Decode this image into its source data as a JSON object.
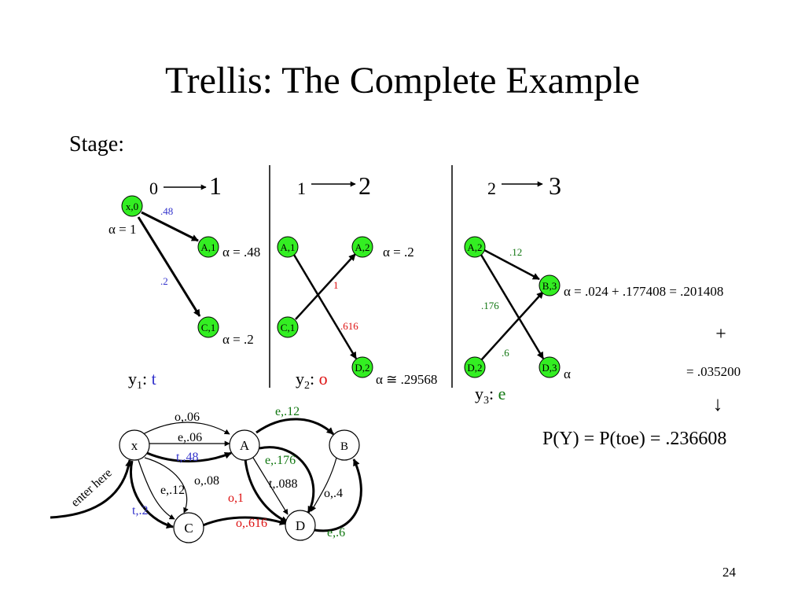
{
  "slide": {
    "title": "Trellis: The Complete Example",
    "stage_label": "Stage:",
    "page_number": "24"
  },
  "colors": {
    "node_fill": "#33ee22",
    "blue": "#3333cc",
    "red": "#dd1111",
    "green": "#117711",
    "black": "#000000"
  },
  "trellis": {
    "stage1": {
      "from": "0",
      "to": "1",
      "node_x0": "x,0",
      "node_a1": "A,1",
      "node_c1": "C,1",
      "edge_a_prob": ".48",
      "edge_c_prob": ".2",
      "alpha_start": "α = 1",
      "alpha_a1": "α = .48",
      "alpha_c1": "α = .2",
      "obs_prefix": "y",
      "obs_sub": "1",
      "obs_colon": ":",
      "obs_value": "t"
    },
    "stage2": {
      "from": "1",
      "to": "2",
      "node_a1": "A,1",
      "node_c1": "C,1",
      "node_a2": "A,2",
      "node_d2": "D,2",
      "edge_c_a": "1",
      "edge_a_d": ".616",
      "alpha_a2": "α = .2",
      "alpha_d2": "α ≅ .29568",
      "obs_prefix": "y",
      "obs_sub": "2",
      "obs_colon": ":",
      "obs_value": "o"
    },
    "stage3": {
      "from": "2",
      "to": "3",
      "node_a2": "A,2",
      "node_d2": "D,2",
      "node_b3": "B,3",
      "node_d3": "D,3",
      "edge_a_b": ".12",
      "edge_a_d": ".176",
      "edge_d_b": ".6",
      "alpha_b3": "α = .024 + .177408 = .201408",
      "alpha_d3": "α",
      "plus": "+",
      "d3_value": "= .035200",
      "arrow_down": "↓",
      "obs_prefix": "y",
      "obs_sub": "3",
      "obs_colon": ":",
      "obs_value": "e"
    },
    "result": "P(Y) = P(toe) = .236608"
  },
  "automaton": {
    "nodes": {
      "x": "x",
      "a": "A",
      "b": "B",
      "c": "C",
      "d": "D"
    },
    "enter_label": "enter here",
    "edges": {
      "x_a_o": "o,.06",
      "x_a_e": "e,.06",
      "x_a_t": "t,.48",
      "x_c_e": "e,.12",
      "x_c_o": "o,.08",
      "x_c_t": "t,.2",
      "a_b_e": "e,.12",
      "a_d_e": "e,.176",
      "a_d_t": "t,.088",
      "a_d_o": "o,1",
      "c_d_o": "o,.616",
      "b_d_o": "o,.4",
      "d_b_e": "e,.6"
    }
  }
}
